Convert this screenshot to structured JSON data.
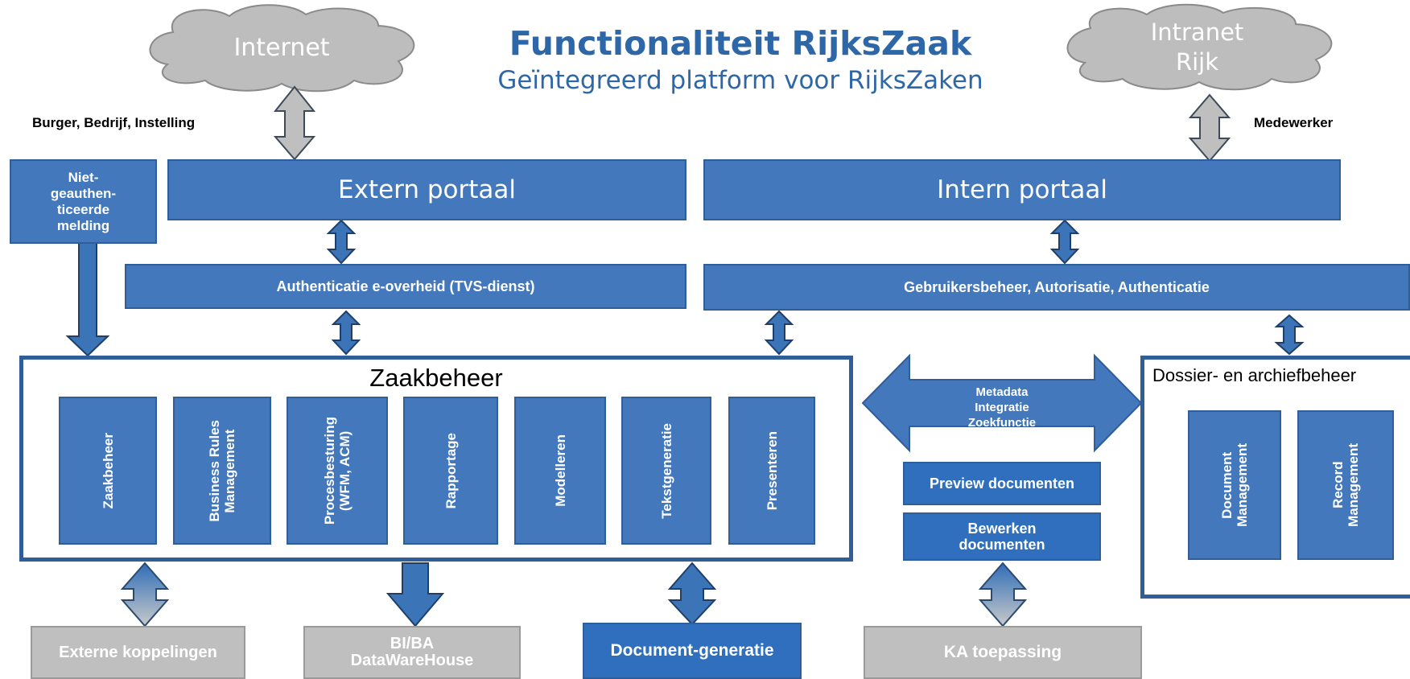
{
  "title": "Functionaliteit RijksZaak",
  "subtitle": "Geïntegreerd platform voor RijksZaken",
  "clouds": {
    "internet": "Internet",
    "intranet": "Intranet\nRijk"
  },
  "actors": {
    "external": "Burger, Bedrijf, Instelling",
    "internal": "Medewerker"
  },
  "non_auth": "Niet-\ngeauthen-\nticeerde\nmelding",
  "portals": {
    "extern": "Extern portaal",
    "intern": "Intern portaal"
  },
  "auth_bands": {
    "extern": "Authenticatie e-overheid (TVS-dienst)",
    "intern": "Gebruikersbeheer, Autorisatie, Authenticatie"
  },
  "zaakbeheer": {
    "title": "Zaakbeheer",
    "modules": [
      "Zaakbeheer",
      "Business Rules\nManagement",
      "Procesbesturing\n(WFM, ACM)",
      "Rapportage",
      "Modelleren",
      "Tekstgeneratie",
      "Presenteren"
    ]
  },
  "integration_arrow": "Metadata\nIntegratie\nZoekfunctie",
  "doc_services": {
    "preview": "Preview documenten",
    "edit": "Bewerken\ndocumenten"
  },
  "dossier": {
    "title": "Dossier- en archiefbeheer",
    "modules": [
      "Document\nManagement",
      "Record\nManagement"
    ]
  },
  "bottom_systems": {
    "externe": "Externe koppelingen",
    "bi": "BI/BA\nDataWareHouse",
    "docgen": "Document-generatie",
    "ka": "KA toepassing"
  },
  "colors": {
    "blue": "#4378bc",
    "dark_blue": "#2f5e98",
    "title_blue": "#2e67a7",
    "grey": "#bfbfbf"
  }
}
